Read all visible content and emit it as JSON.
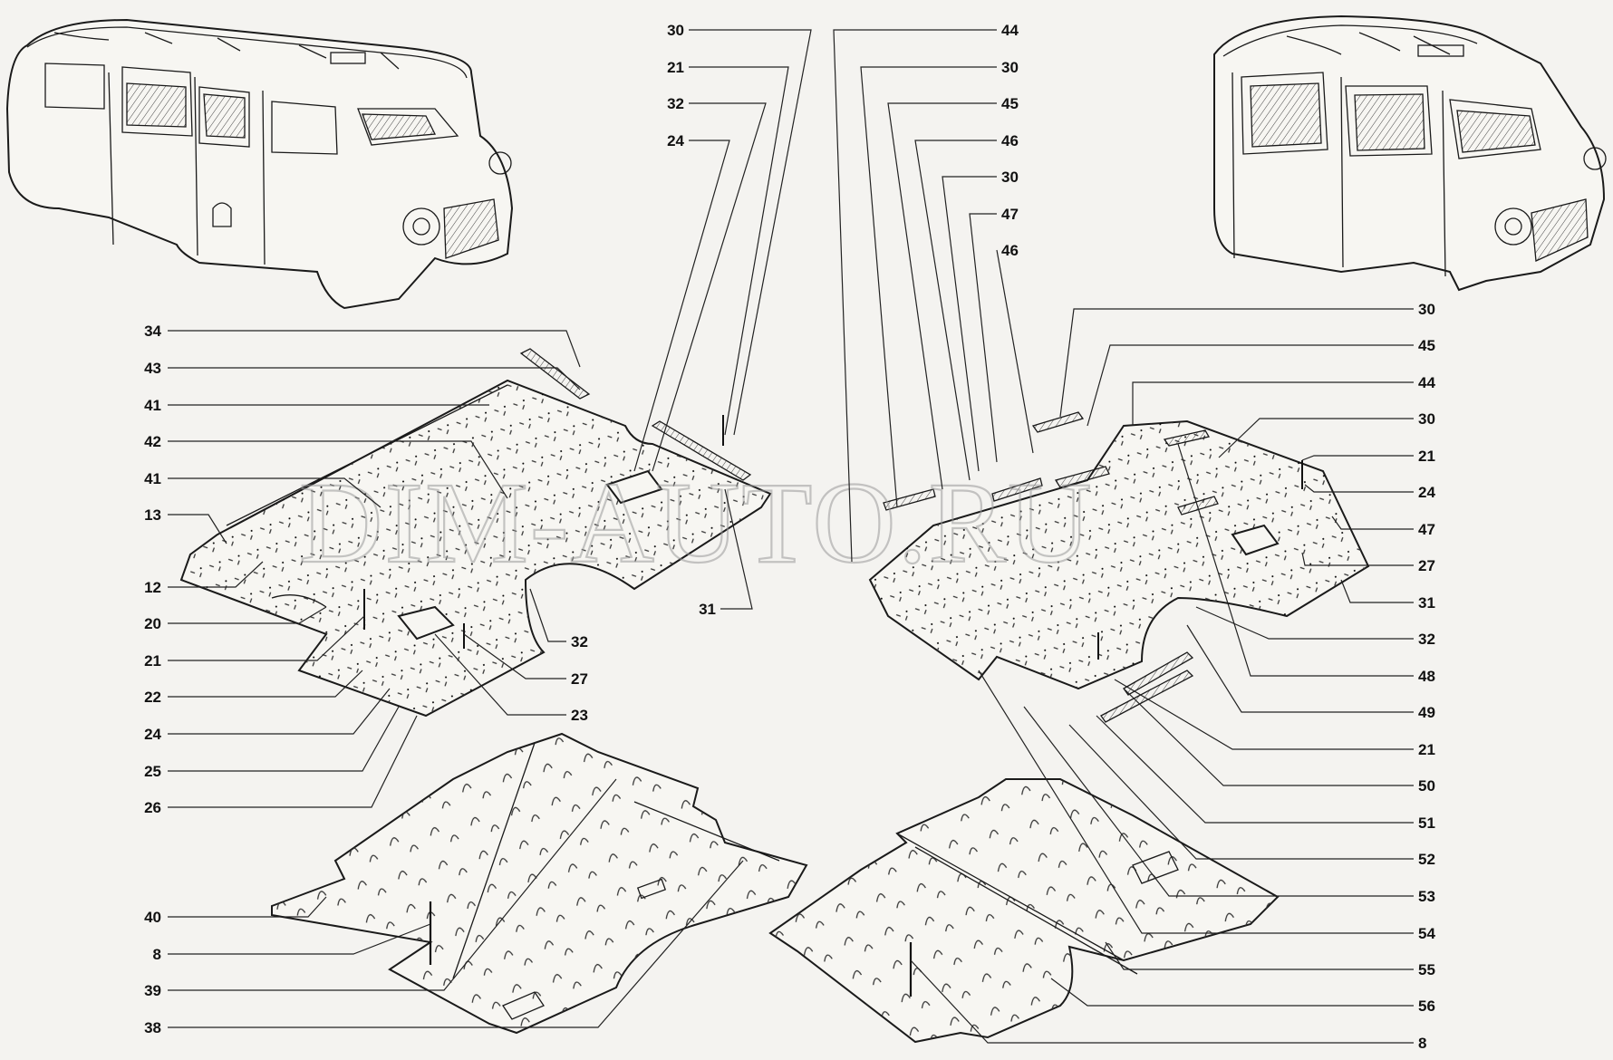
{
  "watermark": "DIM-AUTO.RU",
  "callouts": {
    "left_column": [
      "34",
      "43",
      "41",
      "42",
      "41",
      "13",
      "12",
      "20",
      "21",
      "22",
      "24",
      "25",
      "26",
      "40",
      "8",
      "39",
      "38"
    ],
    "top_left": [
      "30",
      "21",
      "32",
      "24"
    ],
    "top_right": [
      "44",
      "30",
      "45",
      "46",
      "30",
      "47",
      "46"
    ],
    "left_mid": [
      "32",
      "27",
      "23",
      "31"
    ],
    "right_column": [
      "30",
      "45",
      "44",
      "30",
      "21",
      "24",
      "47",
      "27",
      "31",
      "32",
      "48",
      "49",
      "21",
      "50",
      "51",
      "52",
      "53",
      "54",
      "55",
      "56",
      "8"
    ]
  }
}
